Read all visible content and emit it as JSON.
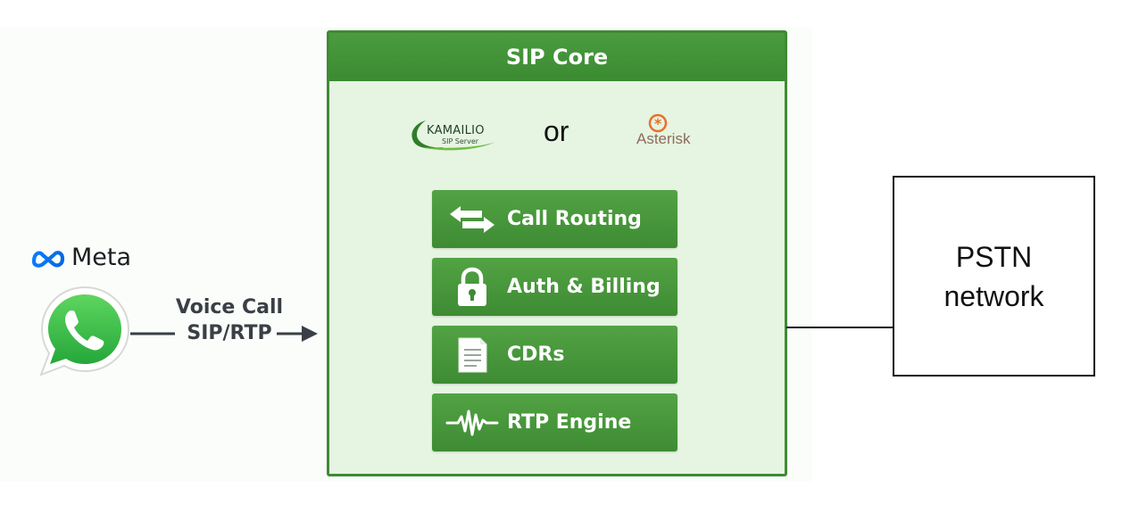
{
  "source": {
    "brand": "Meta",
    "app_icon": "whatsapp-icon"
  },
  "link": {
    "line1": "Voice Call",
    "line2": "SIP/RTP"
  },
  "sip_core": {
    "title": "SIP Core",
    "option_a": {
      "name": "KAMAILIO",
      "subtitle": "SIP Server"
    },
    "or_text": "or",
    "option_b": {
      "name": "Asterisk"
    },
    "features": [
      {
        "label": "Call Routing",
        "icon": "bidirectional-arrows-icon"
      },
      {
        "label": "Auth & Billing",
        "icon": "lock-icon"
      },
      {
        "label": "CDRs",
        "icon": "document-icon"
      },
      {
        "label": "RTP Engine",
        "icon": "waveform-icon"
      }
    ]
  },
  "pstn": {
    "line1": "PSTN",
    "line2": "network"
  },
  "colors": {
    "core_green": "#3f8a34",
    "core_fill": "#e6f4e2",
    "whatsapp_green": "#2fb943",
    "meta_blue": "#0668e1"
  }
}
